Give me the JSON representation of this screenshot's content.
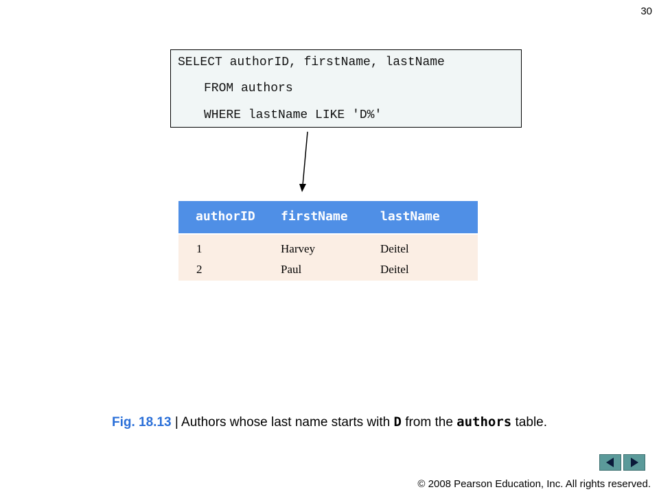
{
  "slide": {
    "page_number": "30"
  },
  "sql": {
    "line1": "SELECT authorID, firstName, lastName",
    "line2": "FROM authors",
    "line3": "WHERE lastName LIKE 'D%'"
  },
  "result": {
    "columns": [
      "authorID",
      "firstName",
      "lastName"
    ],
    "rows": [
      [
        "1",
        "Harvey",
        "Deitel"
      ],
      [
        "2",
        "Paul",
        "Deitel"
      ]
    ]
  },
  "caption": {
    "fig": "Fig. 18.13",
    "sep": " | ",
    "text1": "Authors whose last name starts with ",
    "code1": "D",
    "text2": " from the ",
    "code2": "authors",
    "text3": " table."
  },
  "footer": {
    "copyright": "© 2008 Pearson Education, Inc.  All rights reserved."
  },
  "colors": {
    "header_bg": "#4f8fe6",
    "row_bg": "#fbeee4",
    "sql_bg": "#f1f6f6",
    "nav_btn": "#5b9a9a"
  },
  "icons": {
    "prev": "triangle-left-icon",
    "next": "triangle-right-icon"
  }
}
